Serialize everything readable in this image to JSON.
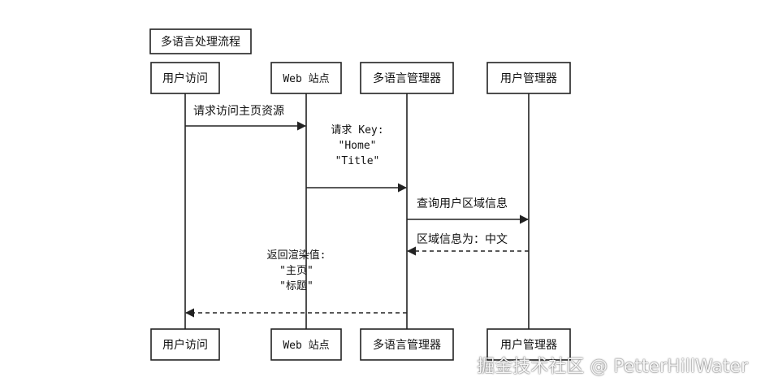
{
  "title": "多语言处理流程",
  "participants": [
    {
      "id": "user",
      "label": "用户访问",
      "mono": false
    },
    {
      "id": "web",
      "label": "Web 站点",
      "mono": true
    },
    {
      "id": "i18n",
      "label": "多语言管理器",
      "mono": false
    },
    {
      "id": "usermgr",
      "label": "用户管理器",
      "mono": false
    }
  ],
  "messages": [
    {
      "from": "user",
      "to": "web",
      "style": "solid",
      "lines": [
        "请求访问主页资源"
      ],
      "mono": false
    },
    {
      "from": "web",
      "to": "i18n",
      "style": "solid",
      "lines": [
        "请求 Key:",
        "\"Home\"",
        "\"Title\""
      ],
      "mono": true
    },
    {
      "from": "i18n",
      "to": "usermgr",
      "style": "solid",
      "lines": [
        "查询用户区域信息"
      ],
      "mono": false
    },
    {
      "from": "usermgr",
      "to": "i18n",
      "style": "dashed",
      "lines": [
        "区域信息为：中文"
      ],
      "mono": false
    },
    {
      "from": "i18n",
      "to": "user",
      "style": "dashed",
      "lines": [
        "返回渲染值:",
        "\"主页\"",
        "\"标题\""
      ],
      "mono": true
    }
  ],
  "watermark": "掘金技术社区 @ PetterHillWater",
  "colors": {
    "line": "#222222",
    "text": "#111111",
    "background": "#ffffff"
  }
}
